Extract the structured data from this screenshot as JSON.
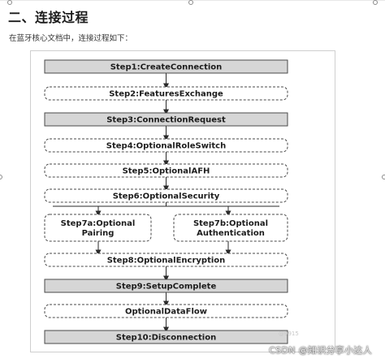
{
  "heading": "二、连接过程",
  "intro_text": "在蓝牙核心文档中，连接过程如下：",
  "flowchart": {
    "steps": [
      {
        "label": "Step1:CreateConnection",
        "kind": "solid"
      },
      {
        "label": "Step2:FeaturesExchange",
        "kind": "dashed"
      },
      {
        "label": "Step3:ConnectionRequest",
        "kind": "solid"
      },
      {
        "label": "Step4:OptionalRoleSwitch",
        "kind": "dashed"
      },
      {
        "label": "Step5:OptionalAFH",
        "kind": "dashed"
      },
      {
        "label": "Step6:OptionalSecurity",
        "kind": "dashed"
      },
      {
        "label": "Step7a:Optional Pairing",
        "kind": "dashed",
        "lines": [
          "Step7a:Optional",
          "Pairing"
        ]
      },
      {
        "label": "Step7b:Optional Authentication",
        "kind": "dashed",
        "lines": [
          "Step7b:Optional",
          "Authentication"
        ]
      },
      {
        "label": "Step8:OptionalEncryption",
        "kind": "dashed"
      },
      {
        "label": "Step9:SetupComplete",
        "kind": "solid"
      },
      {
        "label": "OptionalDataFlow",
        "kind": "dashed"
      },
      {
        "label": "Step10:Disconnection",
        "kind": "solid"
      }
    ],
    "colors": {
      "solid_fill": "#d6d6d6",
      "dashed_fill": "#ffffff",
      "stroke": "#4a4a4a"
    }
  },
  "watermark": "CSDN @知识分享小达人",
  "faint_watermark": "@9915"
}
